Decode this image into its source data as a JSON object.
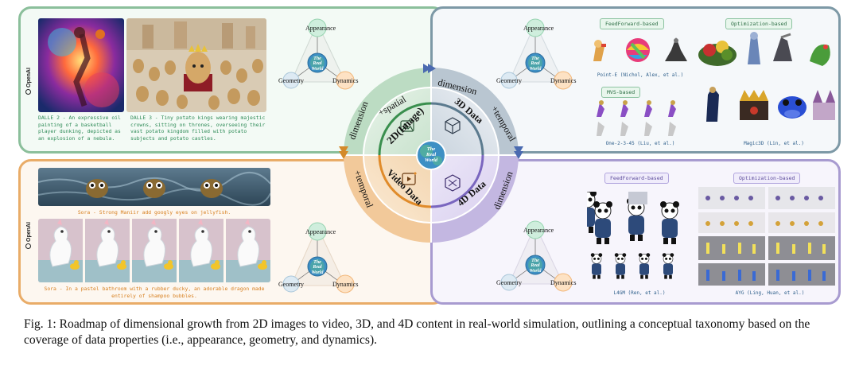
{
  "panels": {
    "tl": {
      "brand": "OpenAI",
      "caption_left": "DALLE 2 - An expressive oil painting of a basketball player dunking, depicted as an explosion of a nebula.",
      "caption_right": "DALLE 3 - Tiny potato kings wearing majestic crowns, sitting on thrones, overseeing their vast potato kingdom filled with potato subjects and potato castles."
    },
    "bl": {
      "brand": "OpenAI",
      "caption_top": "Sora - Strong Maniir add googly eyes on jellyfish.",
      "caption_bottom": "Sora - In a pastel bathroom with a rubber ducky, an adorable dragon made entirely of shampoo bubbles."
    },
    "tr": {
      "tag_ff": "FeedForward-based",
      "tag_opt": "Optimization-based",
      "tag_mvs": "MVS-based",
      "label_pointe": "Point-E (Nichol, Alex, et al.)",
      "label_one2345": "One-2-3-45 (Liu, et al.)",
      "label_magic3d": "Magic3D (Lin, et al.)"
    },
    "br": {
      "tag_ff": "FeedForward-based",
      "tag_opt": "Optimization-based",
      "label_l4gm": "L4GM (Ren, et al.)",
      "label_ayg": "AYG (Ling, Huan, et al.)"
    }
  },
  "triangle": {
    "appearance": "Appearance",
    "geometry": "Geometry",
    "dynamics": "Dynamics",
    "real_world": [
      "The",
      "Real",
      "World"
    ]
  },
  "wheel": {
    "spatial": "+spatial",
    "temporal_right": "+temporal",
    "temporal_left": "+temporal",
    "dimension_top": "dimension",
    "dimension_left": "dimension",
    "dimension_right": "dimension",
    "data_2d": "2D(Image)",
    "data_3d": "3D Data",
    "data_video": "Video Data",
    "data_4d": "4D Data",
    "center": [
      "The",
      "Real",
      "World"
    ]
  },
  "figure_caption": "Fig. 1: Roadmap of dimensional growth from 2D images to video, 3D, and 4D content in real-world simulation, outlining a conceptual taxonomy based on the coverage of data properties (i.e., appearance, geometry, and dynamics).",
  "colors": {
    "green": "#8bbf9b",
    "slate": "#7d99a6",
    "orange": "#e9ac68",
    "purple": "#a89bd0"
  }
}
